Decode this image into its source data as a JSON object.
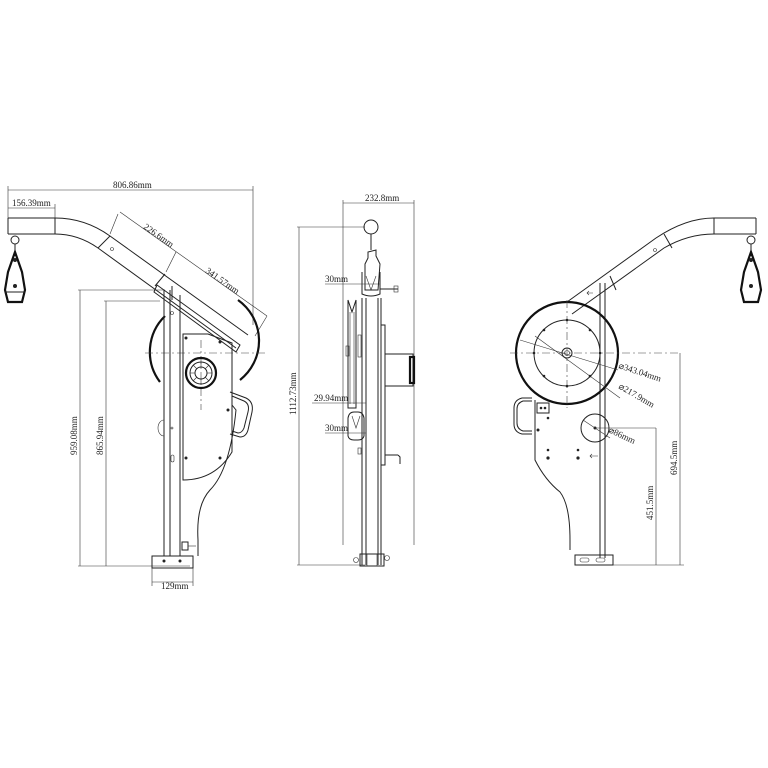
{
  "drawing": {
    "views": [
      {
        "name": "left-side-view",
        "dimensions": {
          "overall_width": "806.86mm",
          "arm_end": "156.39mm",
          "arm_segment_1": "226.6mm",
          "arm_segment_2": "341.57mm",
          "total_height": "959.08mm",
          "column_height": "865.94mm",
          "base_width": "129mm"
        }
      },
      {
        "name": "front-view",
        "dimensions": {
          "top_width": "232.8mm",
          "pulley_top": "30mm",
          "pulley_gap": "29.94mm",
          "pulley_bottom": "30mm",
          "total_height": "1112.73mm"
        }
      },
      {
        "name": "right-side-view",
        "dimensions": {
          "outer_disc_diameter": "⌀343.04mm",
          "inner_disc_diameter": "⌀217.9mm",
          "small_disc_diameter": "⌀86mm",
          "disc_center_height": "694.5mm",
          "small_disc_height": "451.5mm"
        }
      }
    ]
  }
}
